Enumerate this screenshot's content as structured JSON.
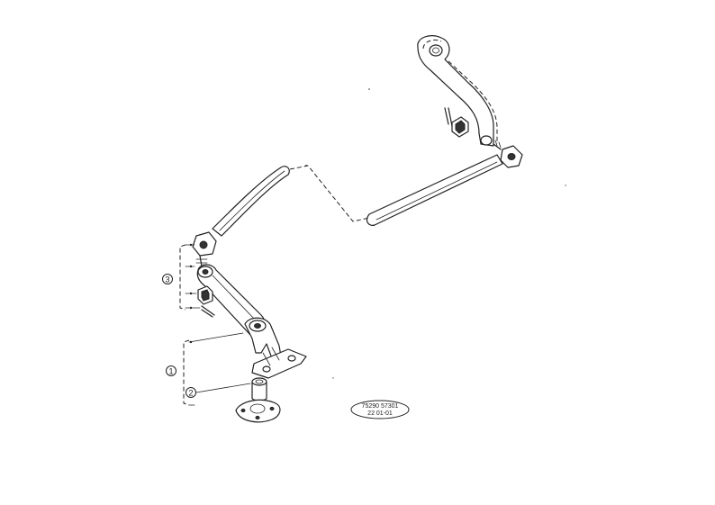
{
  "diagram": {
    "callouts": [
      {
        "id": "callout-3",
        "label": "3"
      },
      {
        "id": "callout-1",
        "label": "1"
      },
      {
        "id": "callout-2",
        "label": "2"
      }
    ],
    "stamp": {
      "line1": "75290 57301",
      "line2": "22 01-01"
    }
  }
}
